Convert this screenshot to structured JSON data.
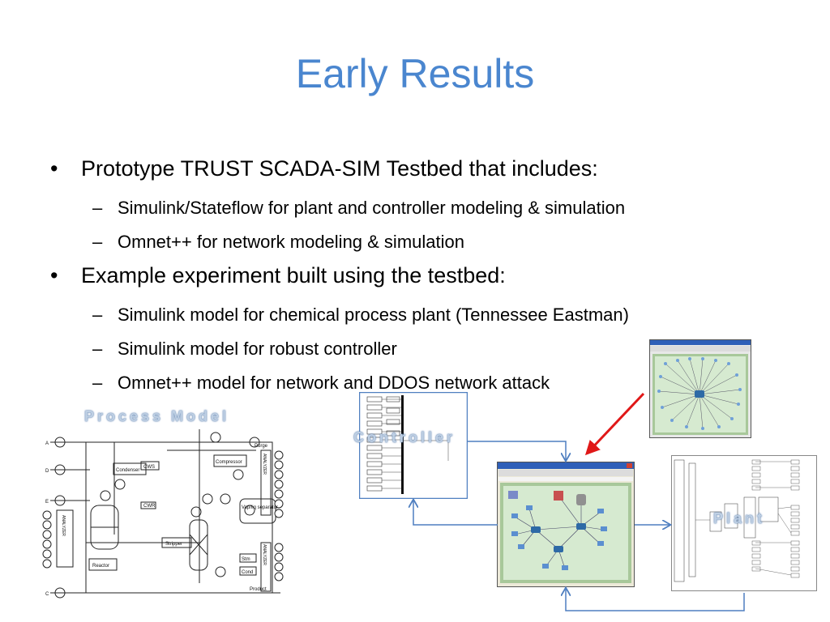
{
  "slide": {
    "title": "Early Results",
    "bullets": [
      {
        "text": "Prototype TRUST SCADA-SIM Testbed  that includes:",
        "sub": [
          "Simulink/Stateflow for plant and controller modeling & simulation",
          "Omnet++ for network modeling & simulation"
        ]
      },
      {
        "text": "Example experiment built using the testbed:",
        "sub": [
          "Simulink model for chemical process plant (Tennessee Eastman)",
          "Simulink model for robust controller",
          "Omnet++ model for network and DDOS network attack"
        ]
      }
    ]
  },
  "labels": {
    "process_model": "Process Model",
    "controller": "Controller",
    "plant": "Plant"
  },
  "process_diagram": {
    "units": {
      "condenser": "Condenser",
      "compressor": "Compressor",
      "separator": "Vap/liq separator",
      "stripper": "Stripper",
      "reactor": "Reactor",
      "analyzer": "ANALYZER",
      "purge": "Purge",
      "product": "Product",
      "cws": "CWS",
      "cwr": "CWR",
      "stm": "Stm",
      "cond": "Cond"
    },
    "inputs": [
      "A",
      "D",
      "E",
      "C"
    ]
  },
  "colors": {
    "title": "#4a86cf",
    "arrow_blue": "#4f7fc0",
    "arrow_red": "#e01818",
    "net_bg": "#a8c89a"
  }
}
